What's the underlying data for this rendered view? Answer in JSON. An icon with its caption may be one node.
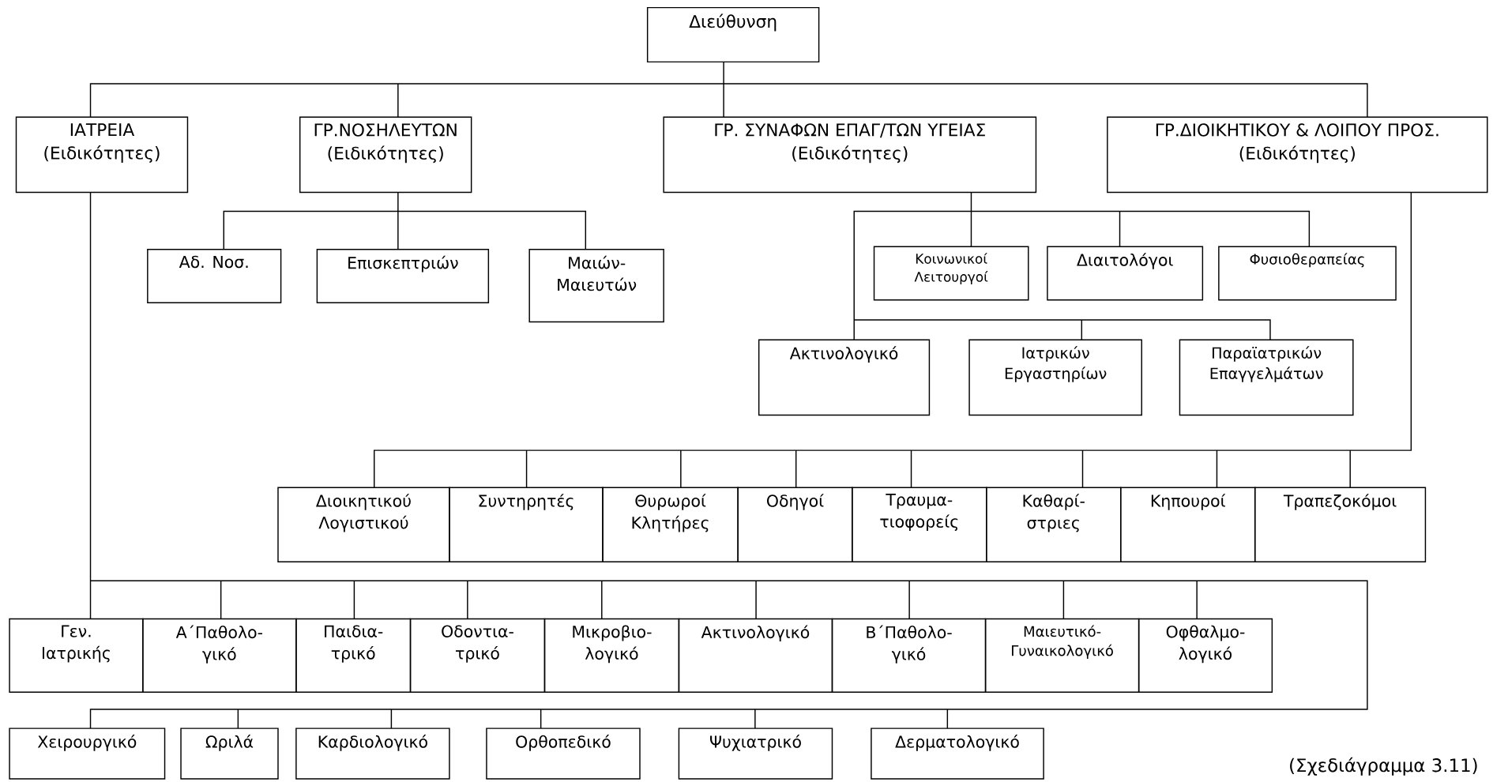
{
  "diagram": {
    "caption": "(Σχεδιάγραμμα 3.11)",
    "nodes": [
      {
        "text": [
          "Διεύθυνση"
        ]
      },
      {
        "text": [
          "ΙΑΤΡΕΙΑ",
          "(Ειδικότητες)"
        ]
      },
      {
        "text": [
          "ΓΡ.ΝΟΣΗΛΕΥΤΩΝ",
          "(Ειδικότητες)"
        ]
      },
      {
        "text": [
          "ΓΡ. ΣΥΝΑΦΩΝ ΕΠΑΓ/ΤΩΝ ΥΓΕΙΑΣ",
          "(Ειδικότητες)"
        ]
      },
      {
        "text": [
          "ΓΡ.ΔΙΟΙΚΗΤΙΚΟΥ & ΛΟΙΠΟΥ ΠΡΟΣ.",
          "(Ειδικότητες)"
        ]
      },
      {
        "text": [
          "Αδ. Νοσ."
        ]
      },
      {
        "text": [
          "Επισκεπτριών"
        ]
      },
      {
        "text": [
          "Μαιών- Μαιευτών"
        ]
      },
      {
        "text": [
          "Κοινωνικοί Λειτουργοί"
        ]
      },
      {
        "text": [
          "Διαιτολόγοι"
        ]
      },
      {
        "text": [
          "Φυσιοθεραπείας"
        ]
      },
      {
        "text": [
          "Ακτινολογικό"
        ]
      },
      {
        "text": [
          "Ιατρικών Εργαστηρίων"
        ]
      },
      {
        "text": [
          "Παραϊατρικών Επαγγελμάτων"
        ]
      },
      {
        "text": [
          "Διοικητικού Λογιστικού"
        ]
      },
      {
        "text": [
          "Συντηρητές"
        ]
      },
      {
        "text": [
          "Θυρωροί Κλητήρες"
        ]
      },
      {
        "text": [
          "Οδηγοί"
        ]
      },
      {
        "text": [
          "Τραυμα- τιοφορείς"
        ]
      },
      {
        "text": [
          "Καθαρί- στριες"
        ]
      },
      {
        "text": [
          "Κηπουροί"
        ]
      },
      {
        "text": [
          "Τραπεζοκόμοι"
        ]
      },
      {
        "text": [
          "Γεν. Ιατρικής"
        ]
      },
      {
        "text": [
          "Α΄Παθολο- γικό"
        ]
      },
      {
        "text": [
          "Παιδια- τρικό"
        ]
      },
      {
        "text": [
          "Οδοντια- τρικό"
        ]
      },
      {
        "text": [
          "Μικροβιο- λογικό"
        ]
      },
      {
        "text": [
          "Ακτινολογικό"
        ]
      },
      {
        "text": [
          "Β΄Παθολο- γικό"
        ]
      },
      {
        "text": [
          "Μαιευτικό- Γυναικολογικό"
        ]
      },
      {
        "text": [
          "Οφθαλμο- λογικό"
        ]
      },
      {
        "text": [
          "Χειρουργικό"
        ]
      },
      {
        "text": [
          "Ωριλά"
        ]
      },
      {
        "text": [
          "Καρδιολογικό"
        ]
      },
      {
        "text": [
          "Ορθοπεδικό"
        ]
      },
      {
        "text": [
          "Ψυχιατρικό"
        ]
      },
      {
        "text": [
          "Δερματολογικό"
        ]
      }
    ],
    "edges": [
      {
        "from": 0,
        "to": 1,
        "arrow": "none"
      },
      {
        "from": 0,
        "to": 2,
        "arrow": "none"
      },
      {
        "from": 0,
        "to": 3,
        "arrow": "none"
      },
      {
        "from": 0,
        "to": 4,
        "arrow": "none"
      },
      {
        "from": 2,
        "to": 5,
        "arrow": "none"
      },
      {
        "from": 2,
        "to": 6,
        "arrow": "none"
      },
      {
        "from": 2,
        "to": 7,
        "arrow": "none"
      },
      {
        "from": 3,
        "to": 8,
        "arrow": "none"
      },
      {
        "from": 3,
        "to": 9,
        "arrow": "none"
      },
      {
        "from": 3,
        "to": 10,
        "arrow": "none"
      },
      {
        "from": 3,
        "to": 11,
        "arrow": "none"
      },
      {
        "from": 3,
        "to": 12,
        "arrow": "none"
      },
      {
        "from": 3,
        "to": 13,
        "arrow": "none"
      },
      {
        "from": 4,
        "to": 14,
        "arrow": "none"
      },
      {
        "from": 4,
        "to": 15,
        "arrow": "none"
      },
      {
        "from": 4,
        "to": 16,
        "arrow": "none"
      },
      {
        "from": 4,
        "to": 17,
        "arrow": "none"
      },
      {
        "from": 4,
        "to": 18,
        "arrow": "none"
      },
      {
        "from": 4,
        "to": 19,
        "arrow": "none"
      },
      {
        "from": 4,
        "to": 20,
        "arrow": "none"
      },
      {
        "from": 4,
        "to": 21,
        "arrow": "none"
      },
      {
        "from": 1,
        "to": 22,
        "arrow": "none"
      },
      {
        "from": 1,
        "to": 23,
        "arrow": "none"
      },
      {
        "from": 1,
        "to": 24,
        "arrow": "none"
      },
      {
        "from": 1,
        "to": 25,
        "arrow": "none"
      },
      {
        "from": 1,
        "to": 26,
        "arrow": "none"
      },
      {
        "from": 1,
        "to": 27,
        "arrow": "none"
      },
      {
        "from": 1,
        "to": 28,
        "arrow": "none"
      },
      {
        "from": 1,
        "to": 29,
        "arrow": "none"
      },
      {
        "from": 1,
        "to": 30,
        "arrow": "none"
      },
      {
        "from": 1,
        "to": 31,
        "arrow": "none"
      },
      {
        "from": 1,
        "to": 32,
        "arrow": "none"
      },
      {
        "from": 1,
        "to": 33,
        "arrow": "none"
      },
      {
        "from": 1,
        "to": 34,
        "arrow": "none"
      },
      {
        "from": 1,
        "to": 35,
        "arrow": "none"
      },
      {
        "from": 1,
        "to": 36,
        "arrow": "none"
      }
    ]
  }
}
